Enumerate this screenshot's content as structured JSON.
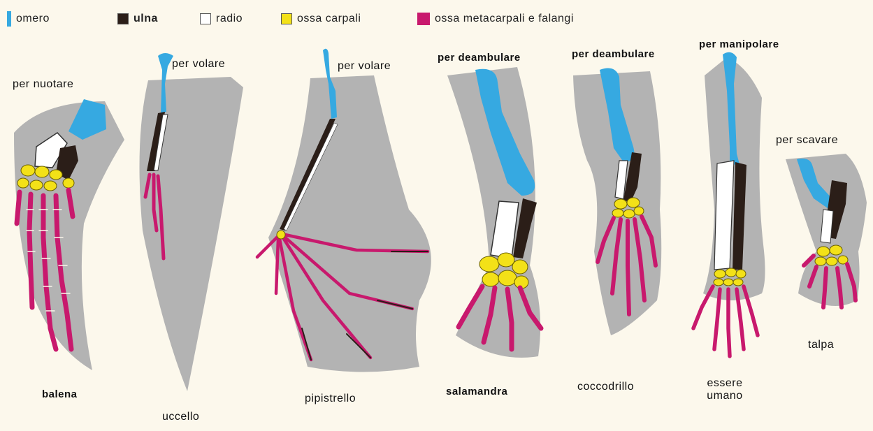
{
  "legend": [
    {
      "label": "omero",
      "color": "#36a9e1"
    },
    {
      "label": "ulna",
      "color": "#2b1e18"
    },
    {
      "label": "radio",
      "color": "#ffffff"
    },
    {
      "label": "ossa carpali",
      "color": "#f3e118"
    },
    {
      "label": "ossa metacarpali e falangi",
      "color": "#c8196d"
    }
  ],
  "functions": {
    "swim": "per nuotare",
    "fly1": "per volare",
    "fly2": "per volare",
    "walk1": "per deambulare",
    "walk2": "per deambulare",
    "manip": "per manipolare",
    "dig": "per scavare"
  },
  "animals": {
    "whale": "balena",
    "bird": "uccello",
    "bat": "pipistrello",
    "salamander": "salamandra",
    "croc": "coccodrillo",
    "human_line1": "essere",
    "human_line2": "umano",
    "mole": "talpa"
  },
  "colors": {
    "background": "#fcf8ec",
    "outline": "#b3b3b3",
    "humerus": "#36a9e1",
    "ulna": "#2b1e18",
    "radius": "#ffffff",
    "carpals": "#f3e118",
    "phalanges": "#c8196d"
  }
}
